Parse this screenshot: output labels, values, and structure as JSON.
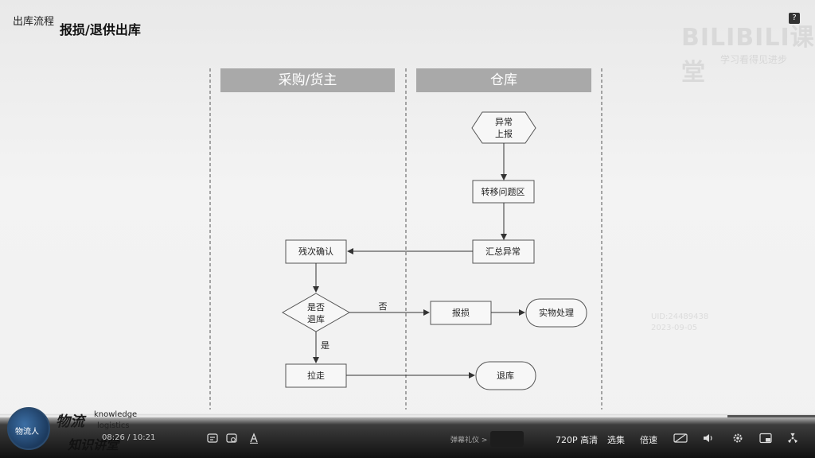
{
  "header": {
    "breadcrumb": "出库流程",
    "title": "报损/退供出库",
    "watermark": "BILIBILI课堂",
    "watermark_sub": "学习看得见进步"
  },
  "lanes": [
    {
      "label": "采购/货主"
    },
    {
      "label": "仓库"
    }
  ],
  "nodes": {
    "abnormal_report_line1": "异常",
    "abnormal_report_line2": "上报",
    "transfer_problem_area": "转移问题区",
    "summarize_abnormal": "汇总异常",
    "defect_confirm": "残次确认",
    "decision_line1": "是否",
    "decision_line2": "退库",
    "report_loss": "报损",
    "physical_handling": "实物处理",
    "pull_away": "拉走",
    "return_stock": "退库"
  },
  "edges": {
    "no_label": "否",
    "yes_label": "是"
  },
  "mid_watermark": {
    "line1": "UID:24489438",
    "line2": "2023-09-05"
  },
  "player": {
    "time": "08:26 / 10:21",
    "danmaku_label": "弹幕礼仪 >",
    "quality": "720P 高清",
    "episodes": "选集",
    "speed": "倍速",
    "progress": 0.893,
    "logo_badge": "物流人",
    "logo_cn1": "物流",
    "logo_en1": "knowledge",
    "logo_en2": "logistics",
    "logo_cn2": "知识讲堂"
  },
  "colors": {
    "lane_header": "#a9a9a9",
    "node_stroke": "#555555",
    "player_bg": "#111111"
  }
}
